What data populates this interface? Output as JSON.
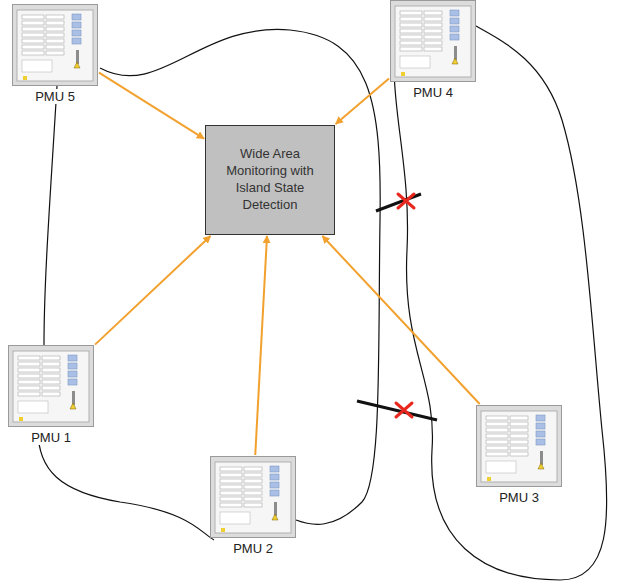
{
  "diagram": {
    "nodes": [
      {
        "text": [
          "PMU 5"
        ]
      },
      {
        "text": [
          "PMU 4"
        ]
      },
      {
        "text": [
          "Wide Area Monitoring with Island State Detection"
        ]
      },
      {
        "text": [
          "PMU 1"
        ]
      },
      {
        "text": [
          "PMU 3"
        ]
      },
      {
        "text": [
          "PMU 2"
        ]
      }
    ],
    "edges": [
      {
        "from": 0,
        "to": 2,
        "arrow": "to"
      },
      {
        "from": 1,
        "to": 2,
        "arrow": "to"
      },
      {
        "from": 3,
        "to": 2,
        "arrow": "to"
      },
      {
        "from": 5,
        "to": 2,
        "arrow": "to"
      },
      {
        "from": 4,
        "to": 2,
        "arrow": "to"
      }
    ]
  }
}
